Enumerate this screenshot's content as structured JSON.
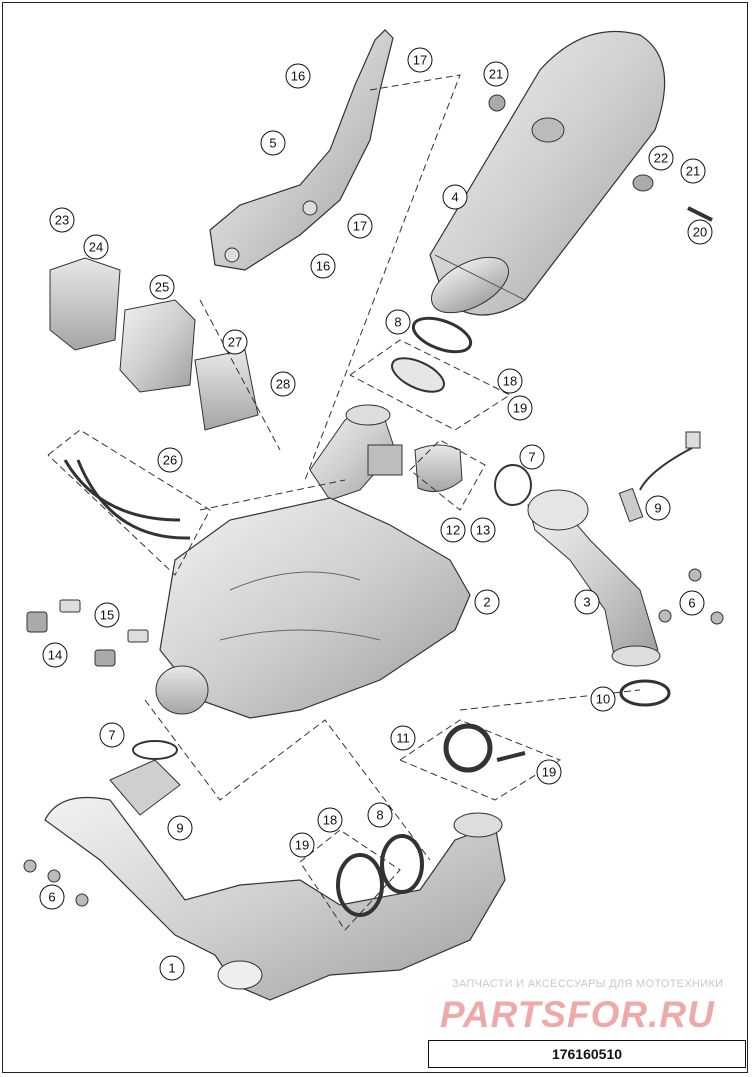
{
  "diagram": {
    "drawing_number": "176160510",
    "watermark_caption": "ЗАПЧАСТИ И АКСЕССУАРЫ ДЛЯ МОТОТЕХНИКИ",
    "watermark_logo": "PARTSFOR.RU",
    "callouts": [
      "1",
      "2",
      "3",
      "4",
      "5",
      "6",
      "6",
      "7",
      "7",
      "8",
      "8",
      "9",
      "9",
      "10",
      "11",
      "12",
      "13",
      "14",
      "15",
      "16",
      "16",
      "17",
      "17",
      "18",
      "18",
      "19",
      "19",
      "19",
      "20",
      "21",
      "21",
      "22",
      "23",
      "24",
      "25",
      "26",
      "27",
      "28"
    ]
  }
}
